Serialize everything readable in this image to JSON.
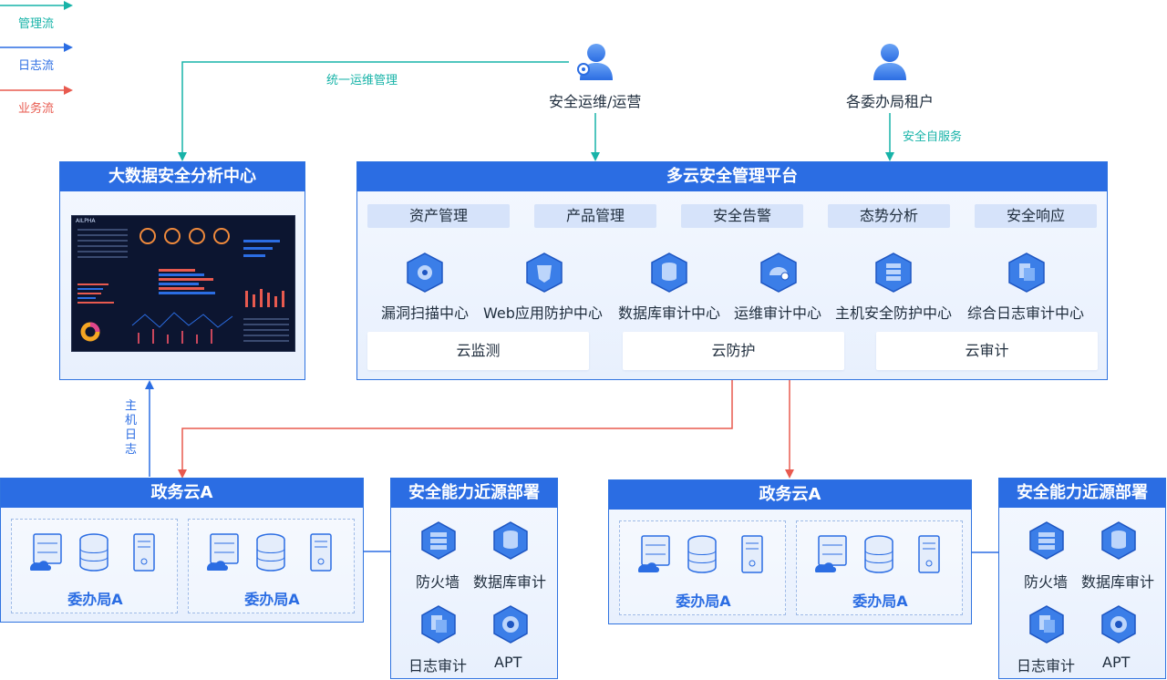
{
  "legend": {
    "items": [
      {
        "label": "管理流",
        "color": "#17b3a8"
      },
      {
        "label": "日志流",
        "color": "#2b6de3"
      },
      {
        "label": "业务流",
        "color": "#e85a4f"
      }
    ]
  },
  "flows": {
    "unified_ops": "统一运维管理",
    "self_service": "安全自服务",
    "host_log": "主机日志"
  },
  "actors": {
    "ops": "安全运维/运营",
    "tenant": "各委办局租户"
  },
  "bigdata": {
    "title": "大数据安全分析中心",
    "dash_brand": "AILPHA"
  },
  "platform": {
    "title": "多云安全管理平台",
    "modules": [
      "资产管理",
      "产品管理",
      "安全告警",
      "态势分析",
      "安全响应"
    ],
    "services": [
      "漏洞扫描中心",
      "Web应用防护中心",
      "数据库审计中心",
      "运维审计中心",
      "主机安全防护中心",
      "综合日志审计中心"
    ],
    "clouds": [
      "云监测",
      "云防护",
      "云审计"
    ]
  },
  "gov_left": {
    "title": "政务云A",
    "bureaus": [
      "委办局A",
      "委办局A"
    ]
  },
  "gov_right": {
    "title": "政务云A",
    "bureaus": [
      "委办局A",
      "委办局A"
    ]
  },
  "cap_left": {
    "title": "安全能力近源部署",
    "items": [
      "防火墙",
      "数据库审计",
      "日志审计",
      "APT"
    ]
  },
  "cap_right": {
    "title": "安全能力近源部署",
    "items": [
      "防火墙",
      "数据库审计",
      "日志审计",
      "APT"
    ]
  },
  "colors": {
    "primary": "#2b6de3",
    "mgmt": "#17b3a8",
    "business": "#e85a4f",
    "panel_bg": "#eef4fd",
    "tab_bg": "#d6e3fa"
  }
}
